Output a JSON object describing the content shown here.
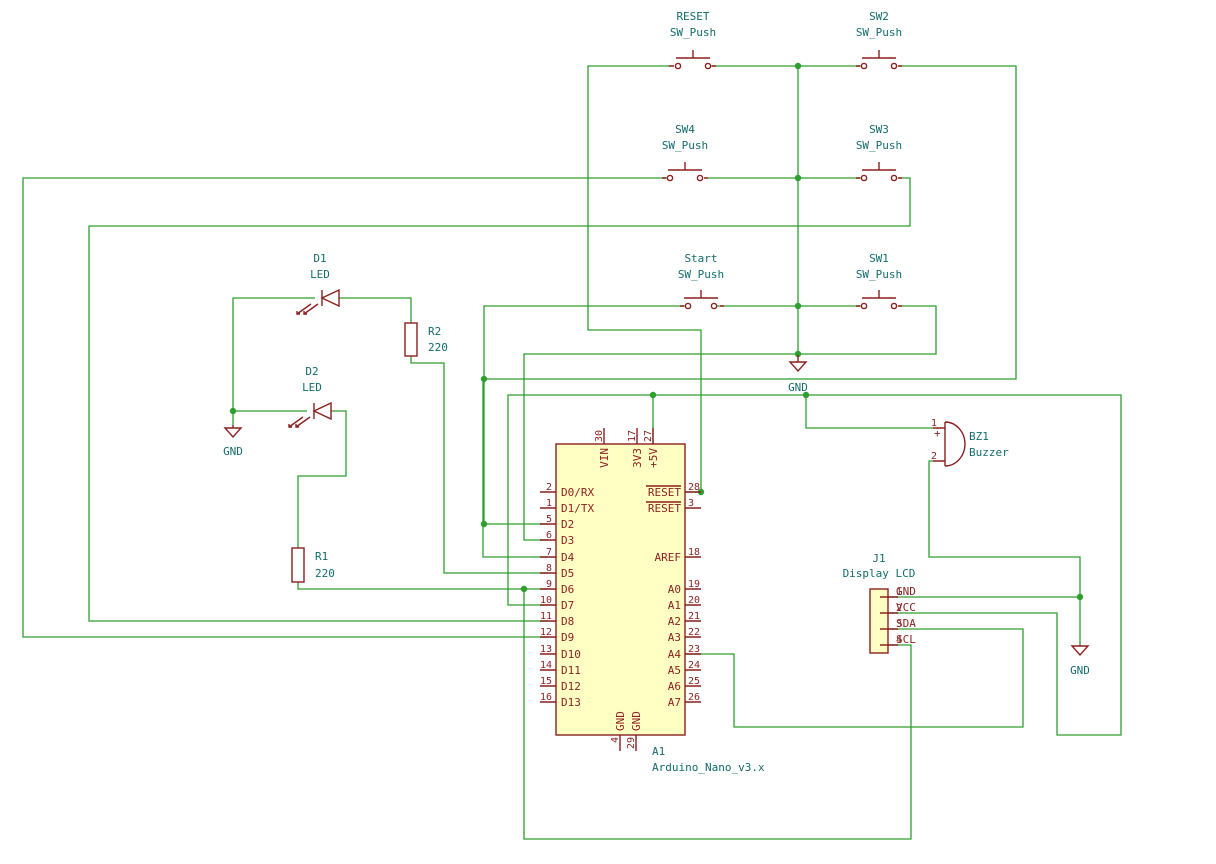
{
  "colors": {
    "wire": "#2e9e2e",
    "symbol": "#8a1f1f",
    "label": "#136b6b",
    "body_fill": "#ffffc4"
  },
  "switches": {
    "reset": {
      "ref": "RESET",
      "value": "SW_Push"
    },
    "sw2": {
      "ref": "SW2",
      "value": "SW_Push"
    },
    "sw4": {
      "ref": "SW4",
      "value": "SW_Push"
    },
    "sw3": {
      "ref": "SW3",
      "value": "SW_Push"
    },
    "start": {
      "ref": "Start",
      "value": "SW_Push"
    },
    "sw1": {
      "ref": "SW1",
      "value": "SW_Push"
    }
  },
  "leds": {
    "d1": {
      "ref": "D1",
      "value": "LED"
    },
    "d2": {
      "ref": "D2",
      "value": "LED"
    }
  },
  "resistors": {
    "r1": {
      "ref": "R1",
      "value": "220"
    },
    "r2": {
      "ref": "R2",
      "value": "220"
    }
  },
  "buzzer": {
    "ref": "BZ1",
    "value": "Buzzer",
    "pin1": "1",
    "pin2": "2"
  },
  "connector": {
    "ref": "J1",
    "value": "Display LCD",
    "pins": [
      {
        "num": "1",
        "name": "GND"
      },
      {
        "num": "2",
        "name": "VCC"
      },
      {
        "num": "3",
        "name": "SDA"
      },
      {
        "num": "4",
        "name": "SCL"
      }
    ]
  },
  "power": {
    "gnd_top": "GND",
    "gnd_led": "GND",
    "gnd_lcd": "GND"
  },
  "arduino": {
    "ref": "A1",
    "value": "Arduino_Nano_v3.x",
    "top_pins": [
      {
        "num": "30",
        "name": "VIN"
      },
      {
        "num": "17",
        "name": "3V3"
      },
      {
        "num": "27",
        "name": "+5V"
      }
    ],
    "bottom_pins": [
      {
        "num": "4",
        "name": "GND"
      },
      {
        "num": "29",
        "name": "GND"
      }
    ],
    "left_pins": [
      {
        "num": "2",
        "name": "D0/RX"
      },
      {
        "num": "1",
        "name": "D1/TX"
      },
      {
        "num": "5",
        "name": "D2"
      },
      {
        "num": "6",
        "name": "D3"
      },
      {
        "num": "7",
        "name": "D4"
      },
      {
        "num": "8",
        "name": "D5"
      },
      {
        "num": "9",
        "name": "D6"
      },
      {
        "num": "10",
        "name": "D7"
      },
      {
        "num": "11",
        "name": "D8"
      },
      {
        "num": "12",
        "name": "D9"
      },
      {
        "num": "13",
        "name": "D10"
      },
      {
        "num": "14",
        "name": "D11"
      },
      {
        "num": "15",
        "name": "D12"
      },
      {
        "num": "16",
        "name": "D13"
      }
    ],
    "right_pins": [
      {
        "num": "28",
        "name": "RESET"
      },
      {
        "num": "3",
        "name": "RESET"
      },
      {
        "num": "18",
        "name": "AREF"
      },
      {
        "num": "19",
        "name": "A0"
      },
      {
        "num": "20",
        "name": "A1"
      },
      {
        "num": "21",
        "name": "A2"
      },
      {
        "num": "22",
        "name": "A3"
      },
      {
        "num": "23",
        "name": "A4"
      },
      {
        "num": "24",
        "name": "A5"
      },
      {
        "num": "25",
        "name": "A6"
      },
      {
        "num": "26",
        "name": "A7"
      }
    ]
  }
}
